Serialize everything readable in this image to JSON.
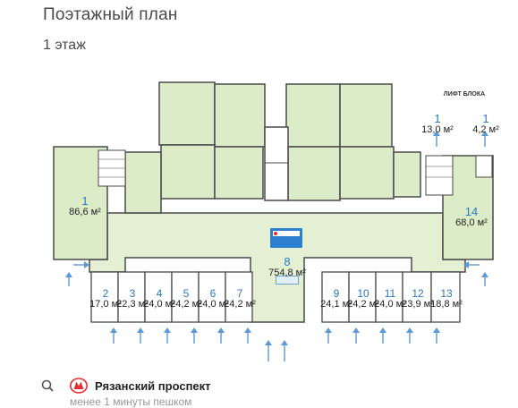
{
  "header": {
    "title": "Поэтажный план",
    "floor": "1 этаж"
  },
  "lift_label": "ЛИФТ БЛОКА",
  "units": [
    {
      "id": "u1",
      "num": "1",
      "area": "86,6 м²",
      "cls": "big"
    },
    {
      "id": "u1a",
      "num": "1",
      "area": "13,0 м²",
      "cls": "big"
    },
    {
      "id": "u1b",
      "num": "1",
      "area": "4,2 м²",
      "cls": "big"
    },
    {
      "id": "u14",
      "num": "14",
      "area": "68,0 м²",
      "cls": "big"
    },
    {
      "id": "u8",
      "num": "8",
      "area": "754,8 м²",
      "cls": "big"
    },
    {
      "id": "u2",
      "num": "2",
      "area": "17,0 м²",
      "cls": "shop"
    },
    {
      "id": "u3",
      "num": "3",
      "area": "22,3 м²",
      "cls": "shop"
    },
    {
      "id": "u4",
      "num": "4",
      "area": "24,0 м²",
      "cls": "shop"
    },
    {
      "id": "u5",
      "num": "5",
      "area": "24,2 м²",
      "cls": "shop"
    },
    {
      "id": "u6",
      "num": "6",
      "area": "24,0 м²",
      "cls": "shop"
    },
    {
      "id": "u7",
      "num": "7",
      "area": "24,2 м²",
      "cls": "shop"
    },
    {
      "id": "u9",
      "num": "9",
      "area": "24,1 м²",
      "cls": "shop"
    },
    {
      "id": "u10",
      "num": "10",
      "area": "24,2 м²",
      "cls": "shop"
    },
    {
      "id": "u11",
      "num": "11",
      "area": "24,0 м²",
      "cls": "shop"
    },
    {
      "id": "u12",
      "num": "12",
      "area": "23,9 м²",
      "cls": "shop"
    },
    {
      "id": "u13",
      "num": "13",
      "area": "18,8 м²",
      "cls": "shop"
    }
  ],
  "footer": {
    "station": "Рязанский проспект",
    "walk": "менее 1 минуты пешком",
    "metro_icon": "metro-logo-icon",
    "search_icon": "search-icon",
    "metro_color": "#e03030"
  },
  "colors": {
    "room": "#dcecc8",
    "corridor": "#e3f0d4",
    "wall": "#4a4a4a",
    "arrow": "#5a9ad6",
    "label": "#2a78c2"
  }
}
